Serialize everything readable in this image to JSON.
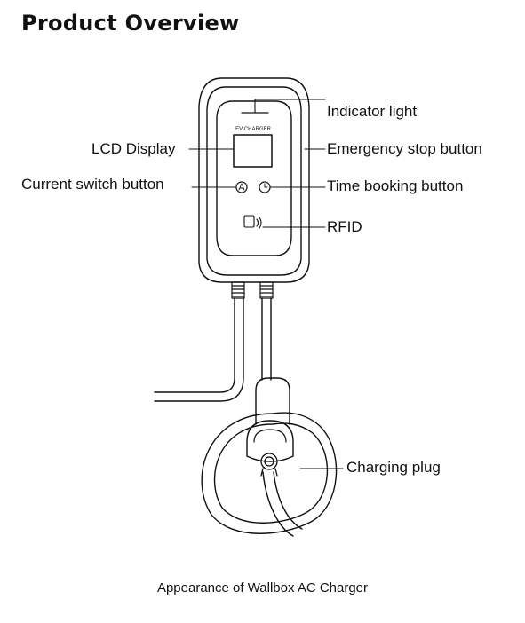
{
  "title": "Product Overview",
  "labels": {
    "indicator_light": "Indicator light",
    "lcd_display": "LCD Display",
    "emergency_stop": "Emergency stop button",
    "current_switch": "Current switch button",
    "time_booking": "Time booking button",
    "rfid": "RFID",
    "charging_plug": "Charging plug"
  },
  "device_text": "EV CHARGER",
  "caption": "Appearance of Wallbox AC Charger"
}
